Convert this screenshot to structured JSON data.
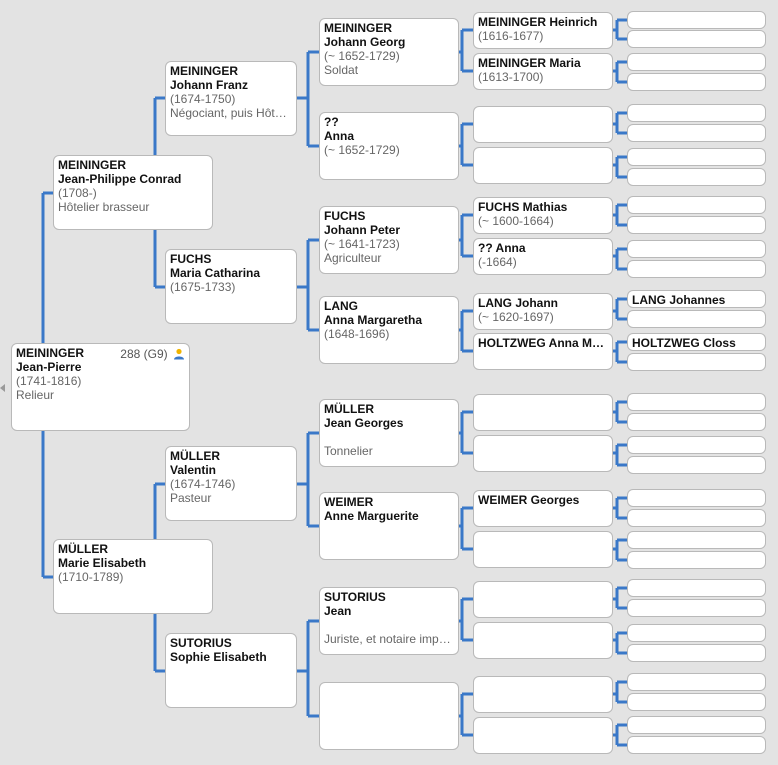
{
  "root": {
    "surname": "MEININGER",
    "given": "Jean-Pierre",
    "dates": "(1741-1816)",
    "occupation": "Relieur",
    "sosa_label": "288 (G9)",
    "icon": "person-icon",
    "icon_color": "#f0b400"
  },
  "colors": {
    "connector": "#3a78c8",
    "box_border": "#b9b9b9",
    "background": "#e3e3e3"
  },
  "generations": {
    "g2": [
      {
        "surname": "MEININGER",
        "given": "Jean-Philippe Conrad",
        "dates": "(1708-)",
        "occupation": "Hôtelier brasseur"
      },
      {
        "surname": "MÜLLER",
        "given": "Marie Elisabeth",
        "dates": "(1710-1789)",
        "occupation": ""
      }
    ],
    "g3": [
      {
        "surname": "MEININGER",
        "given": "Johann Franz",
        "dates": "(1674-1750)",
        "occupation": "Négociant, puis Hôtelier"
      },
      {
        "surname": "FUCHS",
        "given": "Maria Catharina",
        "dates": "(1675-1733)",
        "occupation": ""
      },
      {
        "surname": "MÜLLER",
        "given": "Valentin",
        "dates": "(1674-1746)",
        "occupation": "Pasteur"
      },
      {
        "surname": "SUTORIUS",
        "given": "Sophie Elisabeth",
        "dates": "",
        "occupation": ""
      }
    ],
    "g4": [
      {
        "surname": "MEININGER",
        "given": "Johann Georg",
        "dates": "(~ 1652-1729)",
        "occupation": "Soldat"
      },
      {
        "surname": "??",
        "given": "Anna",
        "dates": "(~ 1652-1729)",
        "occupation": ""
      },
      {
        "surname": "FUCHS",
        "given": "Johann Peter",
        "dates": "(~ 1641-1723)",
        "occupation": "Agriculteur"
      },
      {
        "surname": "LANG",
        "given": "Anna Margaretha",
        "dates": "(1648-1696)",
        "occupation": ""
      },
      {
        "surname": "MÜLLER",
        "given": "Jean Georges",
        "dates": "",
        "occupation": "Tonnelier"
      },
      {
        "surname": "WEIMER",
        "given": "Anne Marguerite",
        "dates": "",
        "occupation": ""
      },
      {
        "surname": "SUTORIUS",
        "given": "Jean",
        "dates": "",
        "occupation": "Juriste, et notaire impérial"
      },
      {
        "surname": "",
        "given": "",
        "dates": "",
        "occupation": ""
      }
    ],
    "g5": [
      {
        "name": "MEININGER Heinrich",
        "dates": "(1616-1677)"
      },
      {
        "name": "MEININGER Maria",
        "dates": "(1613-1700)"
      },
      {
        "name": "",
        "dates": ""
      },
      {
        "name": "",
        "dates": ""
      },
      {
        "name": "FUCHS Mathias",
        "dates": "(~ 1600-1664)"
      },
      {
        "name": "?? Anna",
        "dates": "(-1664)"
      },
      {
        "name": "LANG Johann",
        "dates": "(~ 1620-1697)"
      },
      {
        "name": "HOLTZWEG Anna Maria",
        "dates": ""
      },
      {
        "name": "",
        "dates": ""
      },
      {
        "name": "",
        "dates": ""
      },
      {
        "name": "WEIMER Georges",
        "dates": ""
      },
      {
        "name": "",
        "dates": ""
      },
      {
        "name": "",
        "dates": ""
      },
      {
        "name": "",
        "dates": ""
      },
      {
        "name": "",
        "dates": ""
      },
      {
        "name": "",
        "dates": ""
      }
    ],
    "g6": [
      {
        "name": ""
      },
      {
        "name": ""
      },
      {
        "name": ""
      },
      {
        "name": ""
      },
      {
        "name": ""
      },
      {
        "name": ""
      },
      {
        "name": ""
      },
      {
        "name": ""
      },
      {
        "name": ""
      },
      {
        "name": ""
      },
      {
        "name": ""
      },
      {
        "name": ""
      },
      {
        "name": "LANG Johannes"
      },
      {
        "name": ""
      },
      {
        "name": "HOLTZWEG Closs"
      },
      {
        "name": ""
      },
      {
        "name": ""
      },
      {
        "name": ""
      },
      {
        "name": ""
      },
      {
        "name": ""
      },
      {
        "name": ""
      },
      {
        "name": ""
      },
      {
        "name": ""
      },
      {
        "name": ""
      },
      {
        "name": ""
      },
      {
        "name": ""
      },
      {
        "name": ""
      },
      {
        "name": ""
      },
      {
        "name": ""
      },
      {
        "name": ""
      },
      {
        "name": ""
      },
      {
        "name": ""
      }
    ]
  }
}
